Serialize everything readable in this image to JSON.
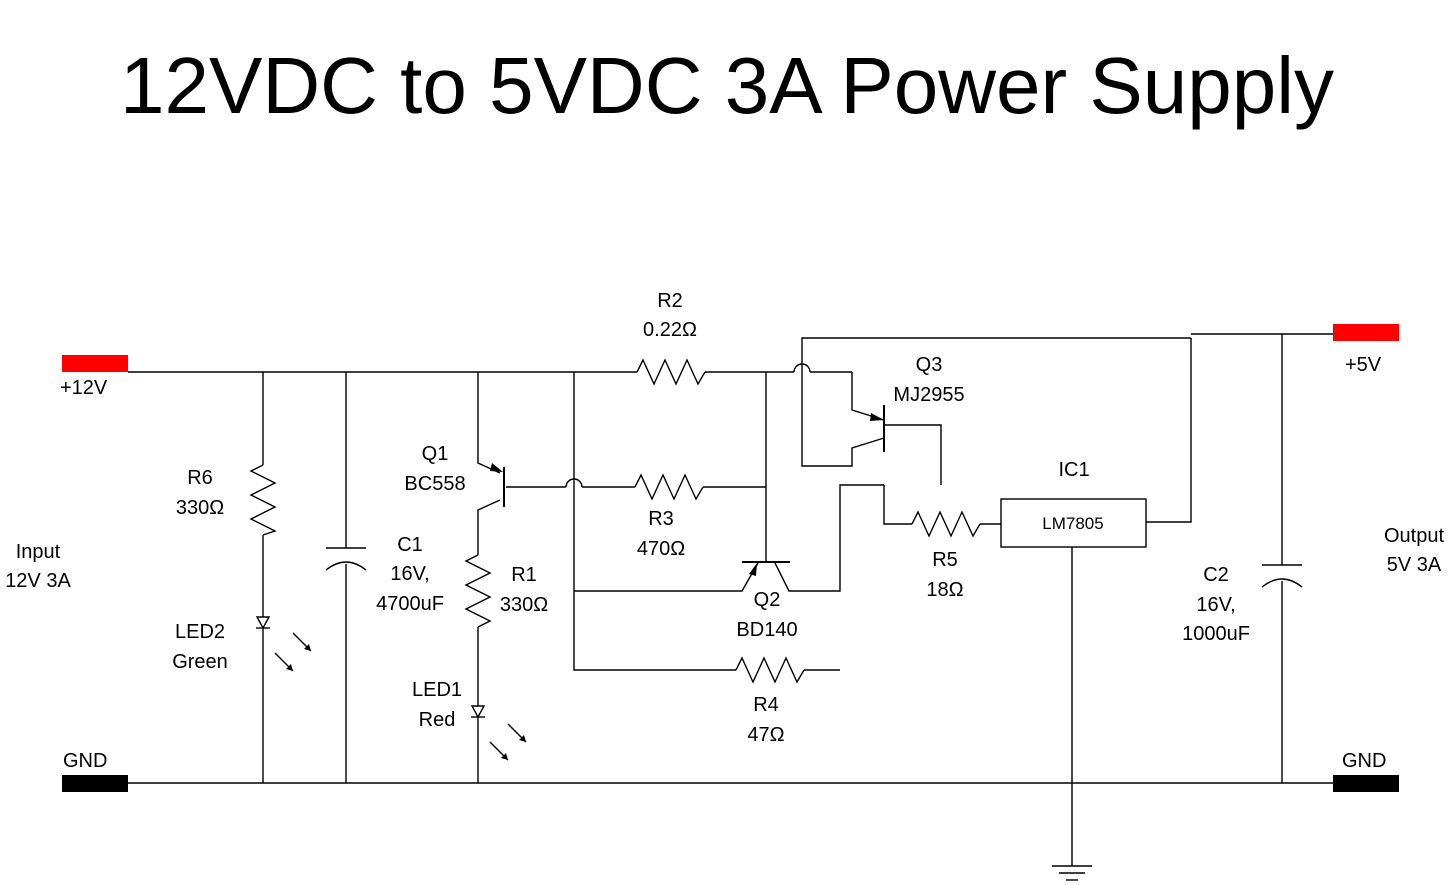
{
  "title": "12VDC to 5VDC 3A Power Supply",
  "terminals": {
    "in_pos": {
      "label": "+12V",
      "color": "#ff0000"
    },
    "in_gnd": {
      "label": "GND",
      "color": "#000000"
    },
    "out_pos": {
      "label": "+5V",
      "color": "#ff0000"
    },
    "out_gnd": {
      "label": "GND",
      "color": "#000000"
    }
  },
  "notes": {
    "input": [
      "Input",
      "12V 3A"
    ],
    "output": [
      "Output",
      "5V 3A"
    ]
  },
  "components": {
    "R2": {
      "name": "R2",
      "value": "0.22Ω"
    },
    "R3": {
      "name": "R3",
      "value": "470Ω"
    },
    "R4": {
      "name": "R4",
      "value": "47Ω"
    },
    "R5": {
      "name": "R5",
      "value": "18Ω"
    },
    "R6": {
      "name": "R6",
      "value": "330Ω"
    },
    "R1": {
      "name": "R1",
      "value": "330Ω"
    },
    "C1": {
      "name": "C1",
      "line2": "16V,",
      "line3": "4700uF"
    },
    "C2": {
      "name": "C2",
      "line2": "16V,",
      "line3": "1000uF"
    },
    "Q1": {
      "name": "Q1",
      "part": "BC558"
    },
    "Q2": {
      "name": "Q2",
      "part": "BD140"
    },
    "Q3": {
      "name": "Q3",
      "part": "MJ2955"
    },
    "IC1": {
      "name": "IC1",
      "part": "LM7805"
    },
    "LED1": {
      "name": "LED1",
      "color": "Red"
    },
    "LED2": {
      "name": "LED2",
      "color": "Green"
    }
  }
}
